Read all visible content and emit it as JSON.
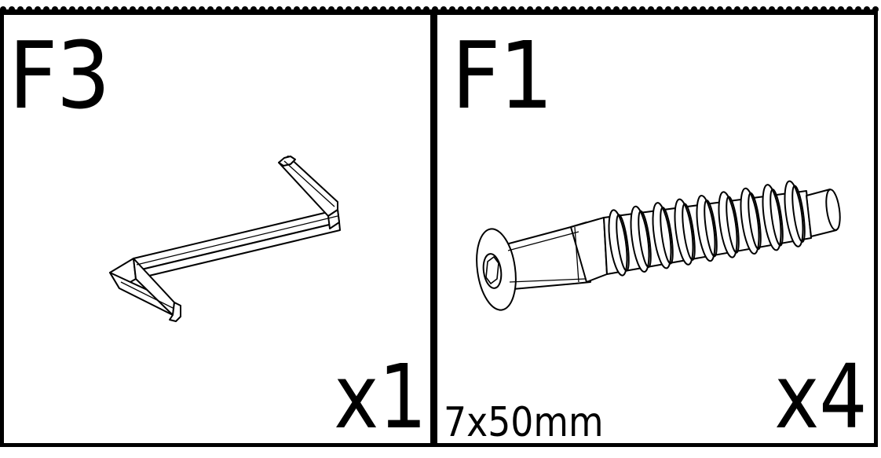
{
  "panels": [
    {
      "code": "F3",
      "quantity": "x1",
      "part_icon": "hex-key-icon"
    },
    {
      "code": "F1",
      "size": "7x50mm",
      "quantity": "x4",
      "part_icon": "connector-screw-icon"
    }
  ]
}
